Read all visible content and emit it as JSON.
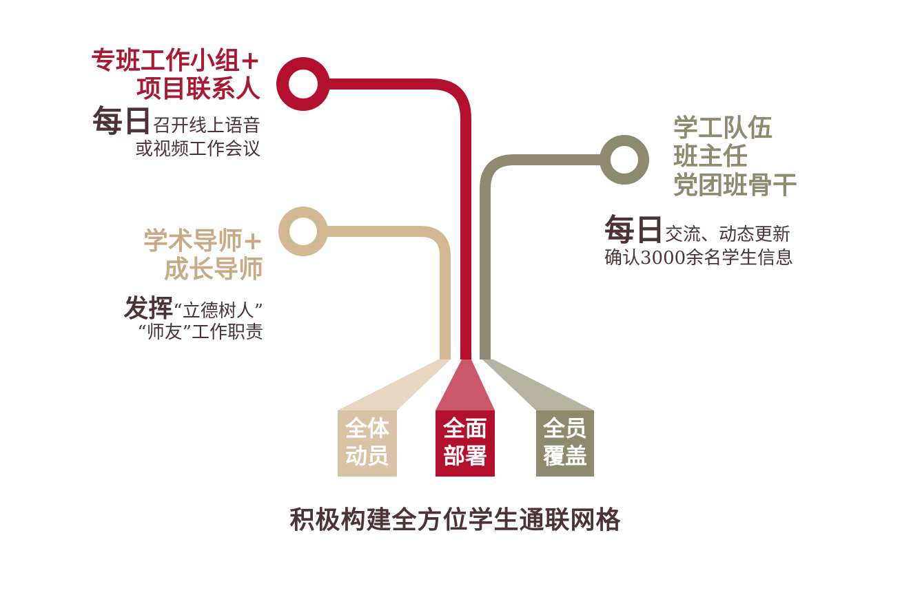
{
  "colors": {
    "red": "#b30f2e",
    "tan": "#d3b894",
    "olive": "#8f8a6f",
    "text_dark": "#4b3338"
  },
  "branches": {
    "red": {
      "heading": [
        "专班工作小组+",
        "项目联系人"
      ],
      "daily_big": "每日",
      "daily_lines": [
        "召开线上语音",
        "或视频工作会议"
      ]
    },
    "tan": {
      "heading": [
        "学术导师+",
        "成长导师"
      ],
      "desc_big": "发挥",
      "desc_lines": [
        "“立德树人”",
        "“师友”工作职责"
      ]
    },
    "olive": {
      "heading": [
        "学工队伍",
        "班主任",
        "党团班骨干"
      ],
      "daily_big": "每日",
      "daily_lines": [
        "交流、动态更新",
        "确认3000余名学生信息"
      ]
    }
  },
  "boxes": {
    "tan": [
      "全体",
      "动员"
    ],
    "red": [
      "全面",
      "部署"
    ],
    "olive": [
      "全员",
      "覆盖"
    ]
  },
  "footer": "积极构建全方位学生通联网格"
}
